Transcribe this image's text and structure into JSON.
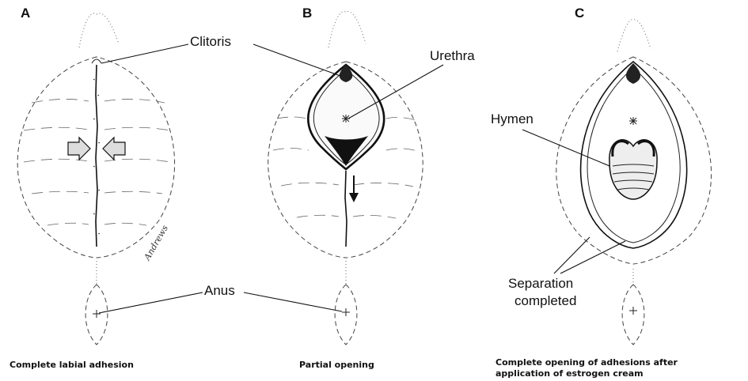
{
  "panels": [
    {
      "letter": "A",
      "caption_lines": [
        "Complete labial adhesion"
      ]
    },
    {
      "letter": "B",
      "caption_lines": [
        "Partial opening"
      ]
    },
    {
      "letter": "C",
      "caption_lines": [
        "Complete opening of adhesions after",
        "application of estrogen cream"
      ]
    }
  ],
  "labels": {
    "clitoris": "Clitoris",
    "urethra": "Urethra",
    "hymen": "Hymen",
    "anus": "Anus",
    "separation_line1": "Separation",
    "separation_line2": "completed"
  },
  "signature": "Andrews"
}
